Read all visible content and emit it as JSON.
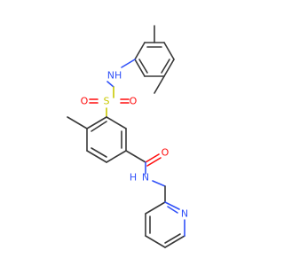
{
  "molecule": {
    "atom_labels": {
      "sulfonamide_nh": "NH",
      "sulfur": "S",
      "sulfonyl_o_left": "O",
      "sulfonyl_o_right": "O",
      "carbonyl_o": "O",
      "amide_n": "N",
      "amide_h": "H",
      "pyridine_n": "N"
    },
    "colors": {
      "carbon_bond": "#383838",
      "nitrogen": "#3050F8",
      "oxygen": "#FF0D0D",
      "sulfur": "#C8C800"
    }
  }
}
